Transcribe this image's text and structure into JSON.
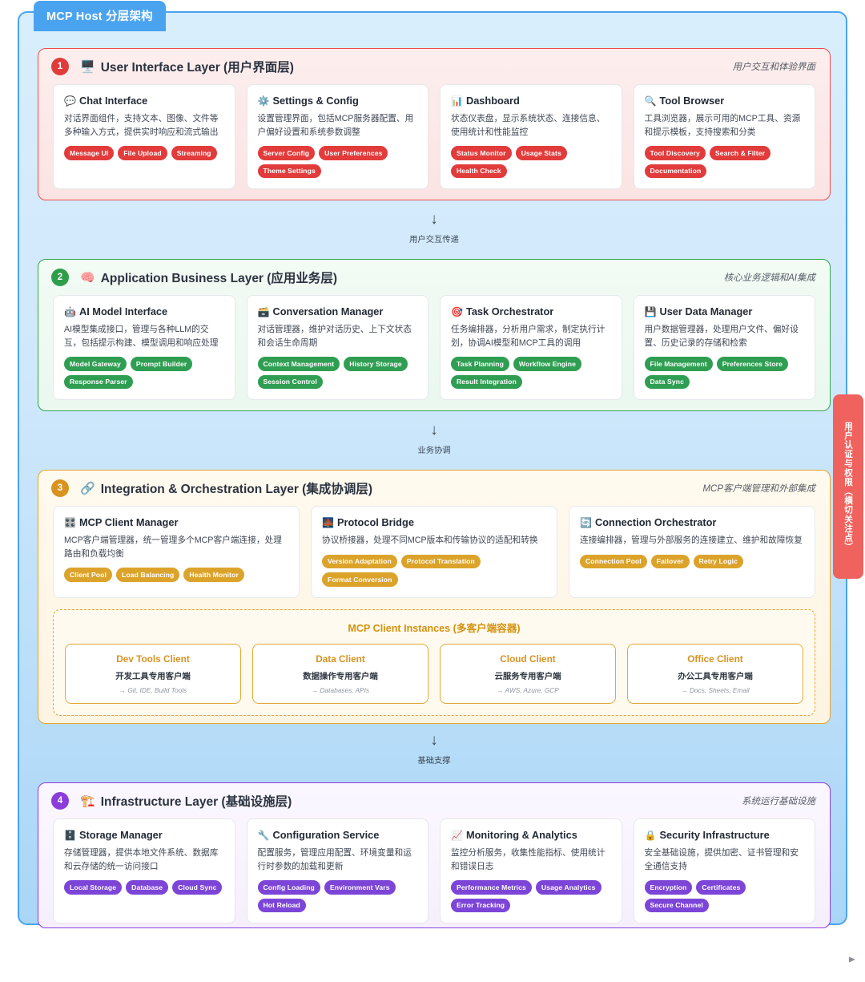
{
  "diagram": {
    "title": "MCP Host 分层架构",
    "crosscut_label": "用户认证与权限（横切关注点）",
    "colors": {
      "host_border": "#4aa3ef",
      "layer1": "#ef4b4b",
      "layer2": "#31a84f",
      "layer3": "#e8a32a",
      "layer4": "#8b3ddb",
      "crosscut": "#f0625e"
    }
  },
  "connectors": [
    {
      "arrow": "↓",
      "label": "用户交互传递"
    },
    {
      "arrow": "↓",
      "label": "业务协调"
    },
    {
      "arrow": "↓",
      "label": "基础支撑"
    }
  ],
  "layers": [
    {
      "number": "1",
      "emoji": "🖥️",
      "emoji_name": "desktop-computer-icon",
      "title": "User Interface Layer (用户界面层)",
      "note": "用户交互和体验界面",
      "cards": [
        {
          "icon": "💬",
          "icon_name": "speech-balloon-icon",
          "title": "Chat Interface",
          "desc": "对话界面组件，支持文本、图像、文件等多种输入方式，提供实时响应和流式输出",
          "tags": [
            "Message UI",
            "File Upload",
            "Streaming"
          ]
        },
        {
          "icon": "⚙️",
          "icon_name": "gear-icon",
          "title": "Settings & Config",
          "desc": "设置管理界面，包括MCP服务器配置、用户偏好设置和系统参数调整",
          "tags": [
            "Server Config",
            "User Preferences",
            "Theme Settings"
          ]
        },
        {
          "icon": "📊",
          "icon_name": "bar-chart-icon",
          "title": "Dashboard",
          "desc": "状态仪表盘，显示系统状态、连接信息、使用统计和性能监控",
          "tags": [
            "Status Monitor",
            "Usage Stats",
            "Health Check"
          ]
        },
        {
          "icon": "🔍",
          "icon_name": "magnifying-glass-icon",
          "title": "Tool Browser",
          "desc": "工具浏览器，展示可用的MCP工具、资源和提示模板，支持搜索和分类",
          "tags": [
            "Tool Discovery",
            "Search & Filter",
            "Documentation"
          ]
        }
      ]
    },
    {
      "number": "2",
      "emoji": "🧠",
      "emoji_name": "brain-icon",
      "title": "Application Business Layer (应用业务层)",
      "note": "核心业务逻辑和AI集成",
      "cards": [
        {
          "icon": "🤖",
          "icon_name": "robot-icon",
          "title": "AI Model Interface",
          "desc": "AI模型集成接口，管理与各种LLM的交互，包括提示构建、模型调用和响应处理",
          "tags": [
            "Model Gateway",
            "Prompt Builder",
            "Response Parser"
          ]
        },
        {
          "icon": "🗃️",
          "icon_name": "card-file-box-icon",
          "title": "Conversation Manager",
          "desc": "对话管理器，维护对话历史、上下文状态和会话生命周期",
          "tags": [
            "Context Management",
            "History Storage",
            "Session Control"
          ]
        },
        {
          "icon": "🎯",
          "icon_name": "target-icon",
          "title": "Task Orchestrator",
          "desc": "任务编排器，分析用户需求，制定执行计划，协调AI模型和MCP工具的调用",
          "tags": [
            "Task Planning",
            "Workflow Engine",
            "Result Integration"
          ]
        },
        {
          "icon": "💾",
          "icon_name": "floppy-disk-icon",
          "title": "User Data Manager",
          "desc": "用户数据管理器，处理用户文件、偏好设置、历史记录的存储和检索",
          "tags": [
            "File Management",
            "Preferences Store",
            "Data Sync"
          ]
        }
      ]
    },
    {
      "number": "3",
      "emoji": "🔗",
      "emoji_name": "link-icon",
      "title": "Integration & Orchestration Layer (集成协调层)",
      "note": "MCP客户端管理和外部集成",
      "cards": [
        {
          "icon": "🎛️",
          "icon_name": "control-knobs-icon",
          "title": "MCP Client Manager",
          "desc": "MCP客户端管理器，统一管理多个MCP客户端连接，处理路由和负载均衡",
          "tags": [
            "Client Pool",
            "Load Balancing",
            "Health Monitor"
          ]
        },
        {
          "icon": "🌉",
          "icon_name": "bridge-icon",
          "title": "Protocol Bridge",
          "desc": "协议桥接器，处理不同MCP版本和传输协议的适配和转换",
          "tags": [
            "Version Adaptation",
            "Protocol Translation",
            "Format Conversion"
          ]
        },
        {
          "icon": "🔄",
          "icon_name": "refresh-icon",
          "title": "Connection Orchestrator",
          "desc": "连接编排器，管理与外部服务的连接建立、维护和故障恢复",
          "tags": [
            "Connection Pool",
            "Failover",
            "Retry Logic"
          ]
        }
      ],
      "instances": {
        "title": "MCP Client Instances (多客户端容器)",
        "items": [
          {
            "name": "Dev Tools Client",
            "sub": "开发工具专用客户端",
            "meta": "→ Git, IDE, Build Tools"
          },
          {
            "name": "Data Client",
            "sub": "数据操作专用客户端",
            "meta": "→ Databases, APIs"
          },
          {
            "name": "Cloud Client",
            "sub": "云服务专用客户端",
            "meta": "→ AWS, Azure, GCP"
          },
          {
            "name": "Office Client",
            "sub": "办公工具专用客户端",
            "meta": "→ Docs, Sheets, Email"
          }
        ]
      }
    },
    {
      "number": "4",
      "emoji": "🏗️",
      "emoji_name": "building-construction-icon",
      "title": "Infrastructure Layer (基础设施层)",
      "note": "系统运行基础设施",
      "cards": [
        {
          "icon": "🗄️",
          "icon_name": "file-cabinet-icon",
          "title": "Storage Manager",
          "desc": "存储管理器，提供本地文件系统、数据库和云存储的统一访问接口",
          "tags": [
            "Local Storage",
            "Database",
            "Cloud Sync"
          ]
        },
        {
          "icon": "🔧",
          "icon_name": "wrench-icon",
          "title": "Configuration Service",
          "desc": "配置服务，管理应用配置、环境变量和运行时参数的加载和更新",
          "tags": [
            "Config Loading",
            "Environment Vars",
            "Hot Reload"
          ]
        },
        {
          "icon": "📈",
          "icon_name": "chart-increasing-icon",
          "title": "Monitoring & Analytics",
          "desc": "监控分析服务，收集性能指标、使用统计和错误日志",
          "tags": [
            "Performance Metrics",
            "Usage Analytics",
            "Error Tracking"
          ]
        },
        {
          "icon": "🔒",
          "icon_name": "lock-icon",
          "title": "Security Infrastructure",
          "desc": "安全基础设施，提供加密、证书管理和安全通信支持",
          "tags": [
            "Encryption",
            "Certificates",
            "Secure Channel"
          ]
        }
      ]
    }
  ]
}
